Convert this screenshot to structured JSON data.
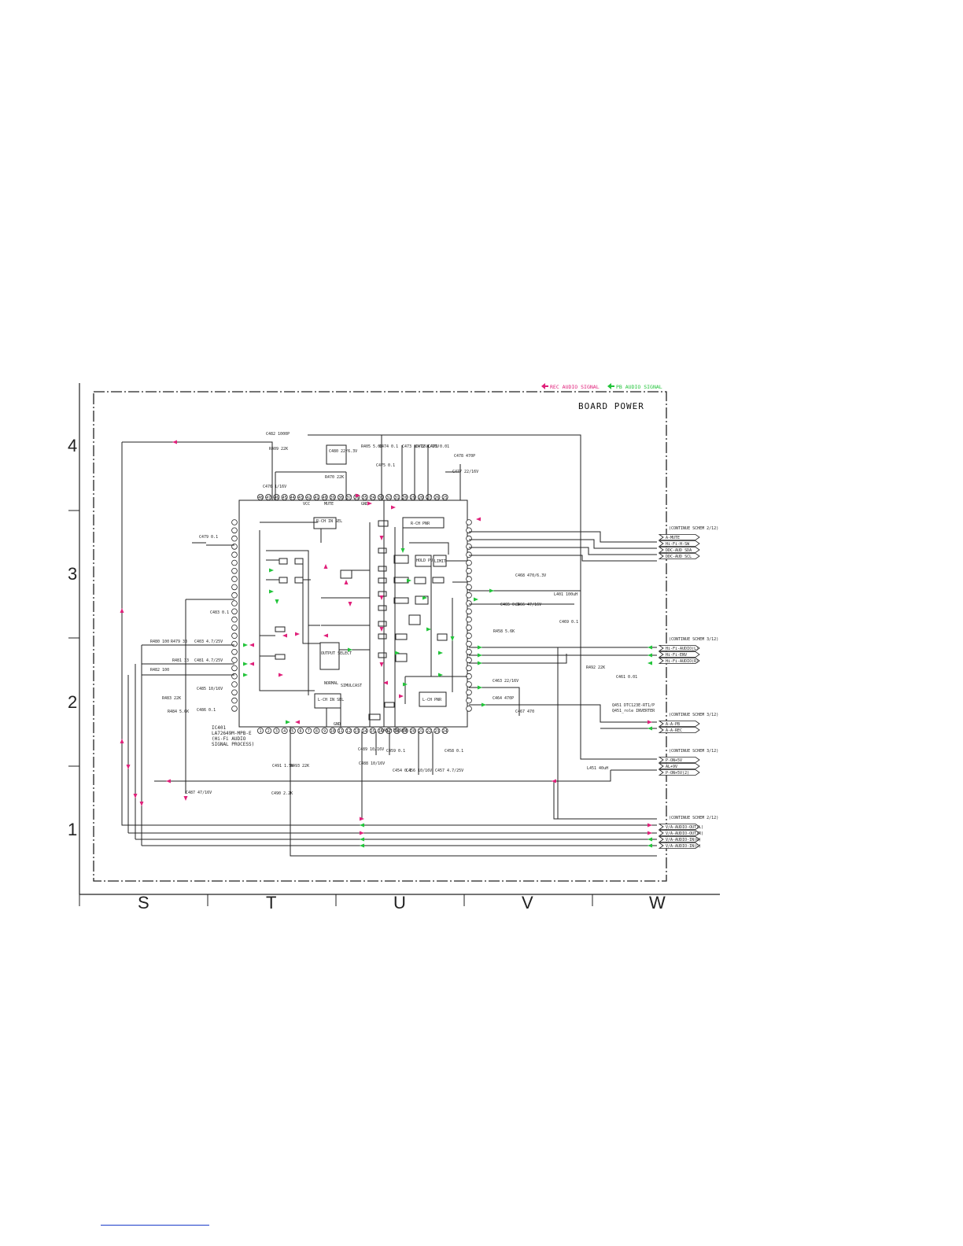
{
  "legend": {
    "rec_label": "REC AUDIO SIGNAL",
    "pb_label": "PB AUDIO SIGNAL",
    "rec_color": "#e0207a",
    "pb_color": "#22c43a"
  },
  "board_title": "BOARD POWER",
  "grid": {
    "rows": [
      "4",
      "3",
      "2",
      "1"
    ],
    "columns": [
      "S",
      "T",
      "U",
      "V",
      "W"
    ]
  },
  "ic": {
    "ref": "IC401",
    "part": "LA72649M-MPB-E",
    "desc1": "(Hi-Fi AUDIO",
    "desc2": "SIGNAL PROCESS)"
  },
  "blocks": {
    "rch_in_sel": "R-CH IN SEL",
    "lch_in_sel": "L-CH IN SEL",
    "output_select": "OUTPUT SELECT",
    "rch_pnr": "R-CH PNR",
    "lch_pnr": "L-CH PNR",
    "hold_pulse": "HOLD PULSE",
    "limiter": "LIMIT",
    "mute": "MUTE",
    "vcc": "VCC",
    "gnd": "GND",
    "normal": "NORMAL",
    "simulcast": "SIMULCAST"
  },
  "connectors": {
    "group1": {
      "header": "(CONTINUE SCHEM 2/12)",
      "lines": [
        "A-MUTE",
        "Hi-Fi-H-SW",
        "DDC-AUD SDA",
        "DDC-AUD SCL"
      ]
    },
    "group2": {
      "header": "(CONTINUE SCHEM 3/12)",
      "lines": [
        "Hi-Fi-AUDIO(L)",
        "Hi-Fi-ENV",
        "Hi-Fi-AUDIO(R)"
      ]
    },
    "group3": {
      "header": "(CONTINUE SCHEM 3/12)",
      "lines": [
        "A-A-PB",
        "A-A-REC"
      ]
    },
    "group4": {
      "header": "(CONTINUE SCHEM 3/12)",
      "lines": [
        "P-ON+5V",
        "AL+9V",
        "P-ON+5V(2)"
      ]
    },
    "group5": {
      "header": "(CONTINUE SCHEM 2/12)",
      "lines": [
        "V/A-AUDIO-OUT(L)",
        "V/A-AUDIO-OUT(R)",
        "V/A-AUDIO-IN(R)",
        "V/A-AUDIO-IN(L)"
      ]
    }
  },
  "components": {
    "top": [
      "C482 1000P",
      "R409 22K",
      "C480 22/6.3V",
      "R405 5.6K",
      "C474 0.1",
      "C475 0.1",
      "C473 10/16V",
      "C472 1/16V",
      "C471 0.01",
      "C478 470P",
      "C477 22/16V",
      "R470 22K",
      "C476 1/16V"
    ],
    "left": [
      "C479 0.1",
      "C483 0.1",
      "R480 100",
      "R479 33",
      "C403 4.7/25V",
      "R481 33",
      "C481 4.7/25V",
      "R482 100",
      "C485 10/16V",
      "C486 0.1",
      "R483 22K",
      "R484 5.6K",
      "C487 47/16V"
    ],
    "bottom": [
      "C491 1.5K",
      "R493 22K",
      "C490 2.2K",
      "C489 10/16V",
      "C488 10/16V",
      "C452 10/16V",
      "C454 0.1",
      "C456 10/16V",
      "C457 4.7/25V",
      "C458 0.1",
      "C459 0.1"
    ],
    "right": [
      "C468 470/6.3V",
      "C465 0.1",
      "C466 47/16V",
      "C469 0.1",
      "R458 5.6K",
      "C463 22/16V",
      "C464 470P",
      "C467 470",
      "L401 100uH",
      "R492 22K",
      "C461 0.01",
      "Q451 DTC123E-RT1/P",
      "Q451_role INVERTER",
      "L451 40uH"
    ]
  },
  "ic_pins": {
    "top": [
      "48",
      "47",
      "46",
      "45",
      "44",
      "43",
      "42",
      "41",
      "40",
      "39",
      "38",
      "37",
      "36",
      "35",
      "34",
      "33",
      "32",
      "31",
      "30",
      "29",
      "28",
      "27",
      "26",
      "25"
    ],
    "bottom": [
      "1",
      "2",
      "3",
      "4",
      "5",
      "6",
      "7",
      "8",
      "9",
      "10",
      "11",
      "12",
      "13",
      "14",
      "15",
      "16",
      "17",
      "18",
      "19",
      "20",
      "21",
      "22",
      "23",
      "24"
    ]
  }
}
